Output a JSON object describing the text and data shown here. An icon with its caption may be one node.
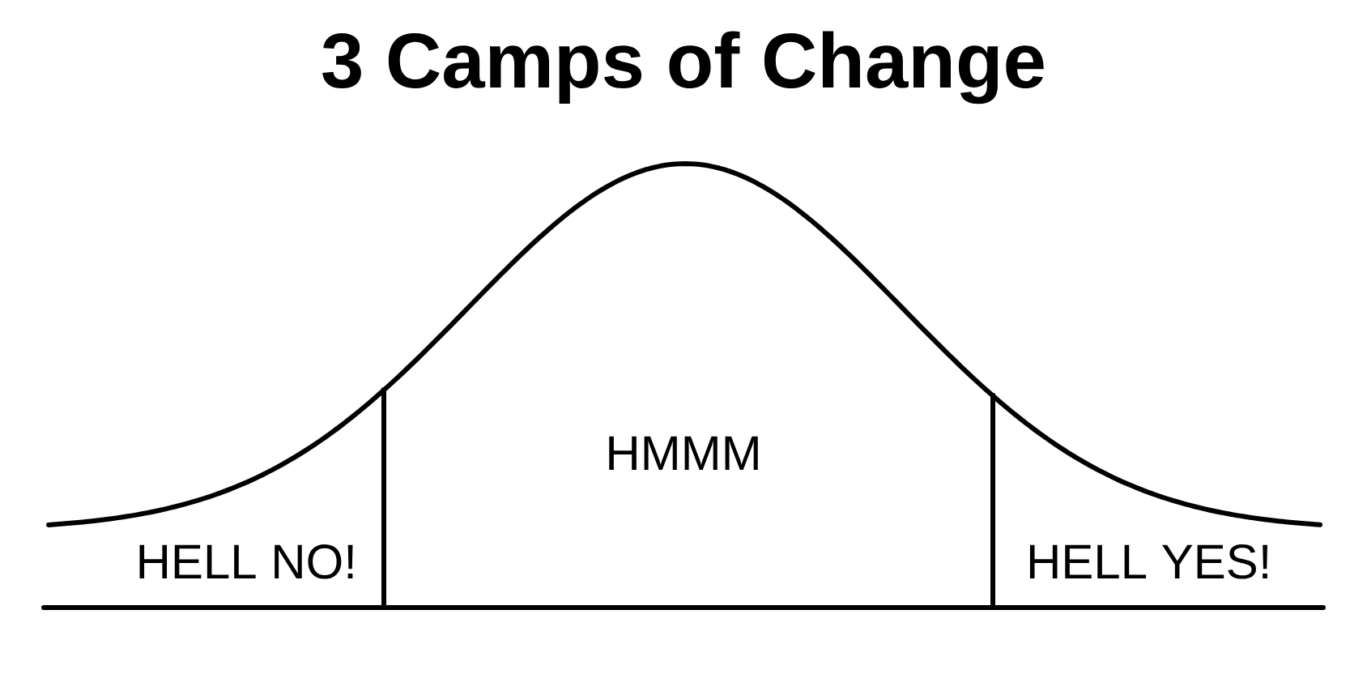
{
  "diagram": {
    "title": "3 Camps of Change",
    "labels": [
      "HMMM",
      "HELL NO!",
      "HELL YES!"
    ]
  }
}
